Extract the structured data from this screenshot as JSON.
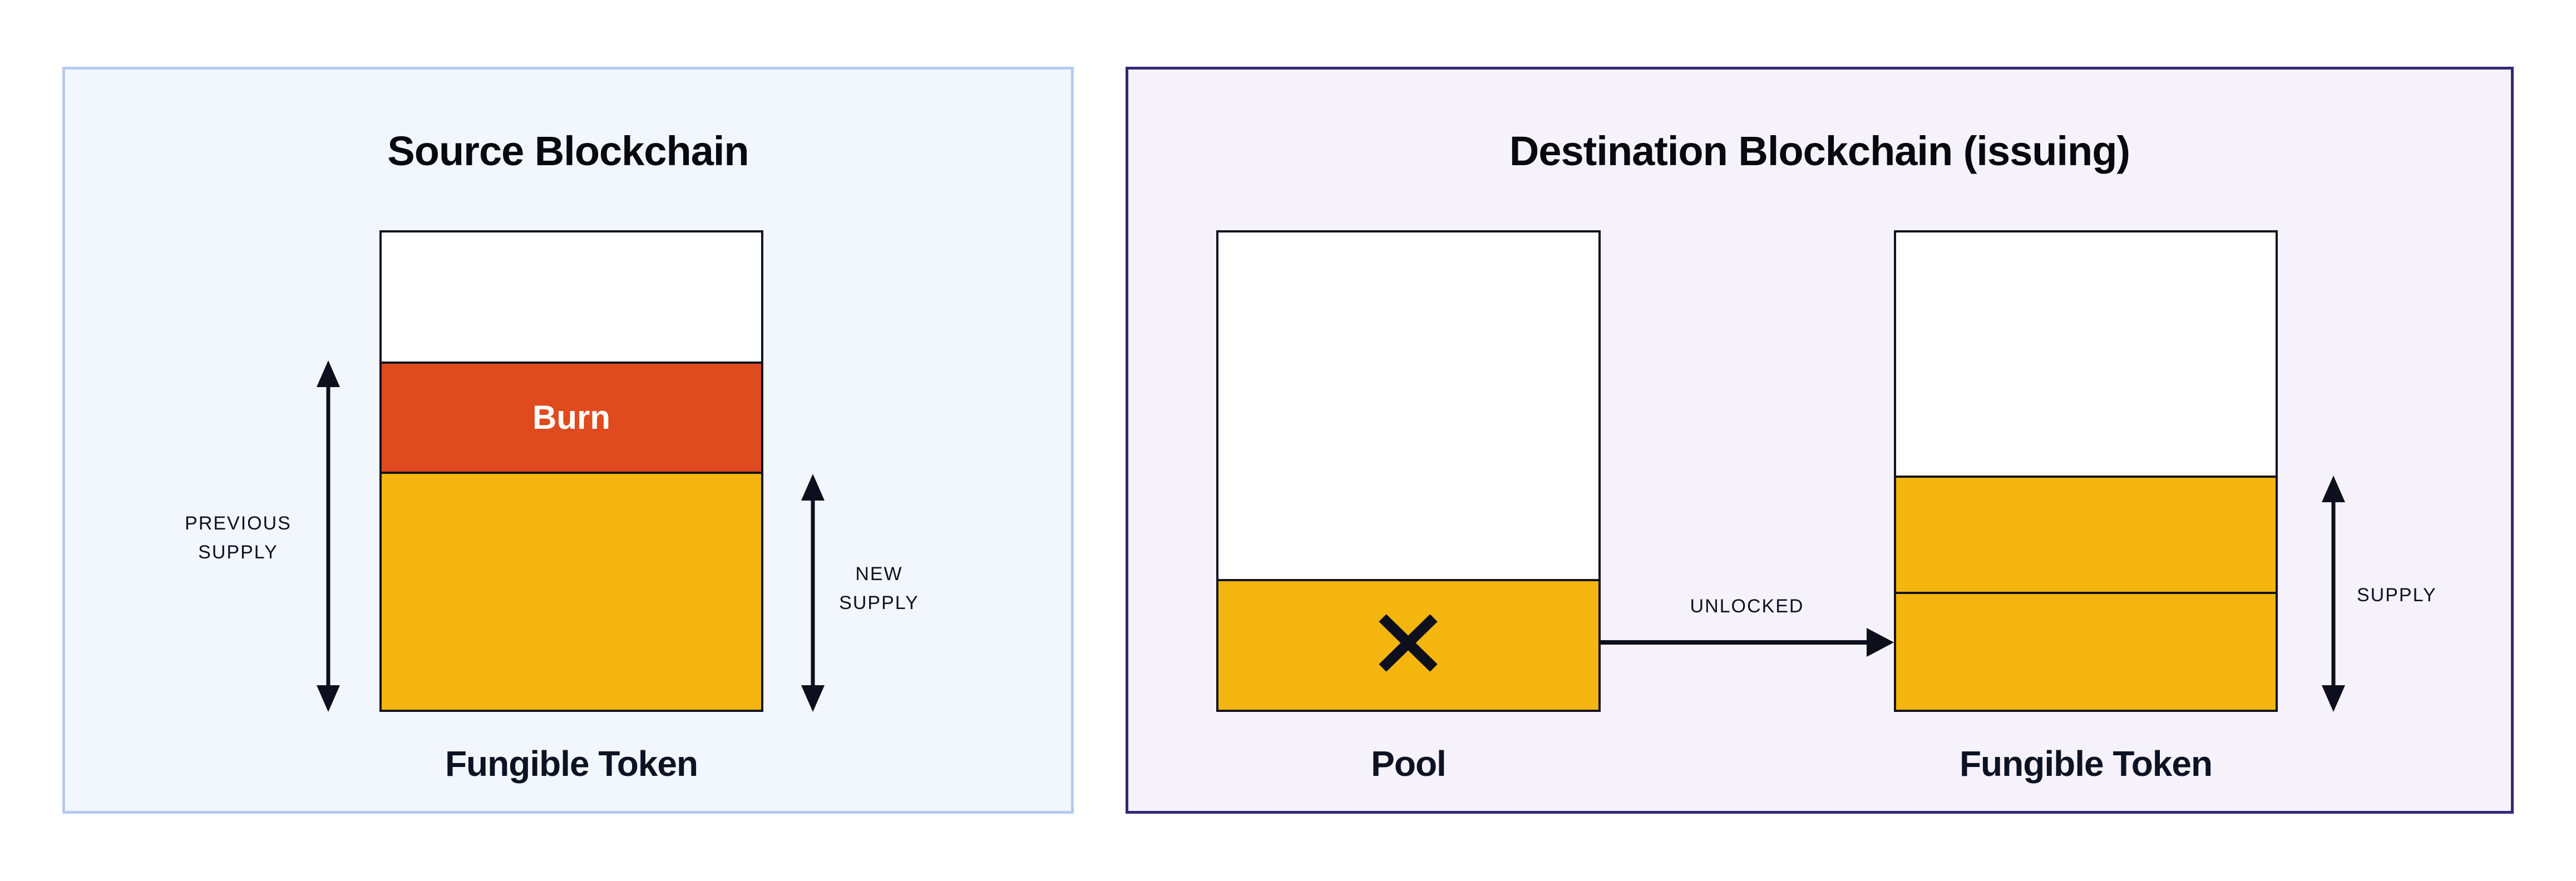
{
  "colors": {
    "page_background": "#FFFFFF",
    "source_panel_background": "#F2F6FD",
    "source_panel_border": "#B5CAF2",
    "destination_panel_background": "#F5F2FB",
    "destination_panel_border": "#372677",
    "bar_outline": "#12141F",
    "burn_orange": "#DF4A1E",
    "supply_yellow": "#F5B50F",
    "ink": "#0D0F1C",
    "burn_text": "#FFFFFF"
  },
  "source": {
    "title": "Source Blockchain",
    "bar": {
      "segments": [
        {
          "name": "unallocated",
          "color": "#FFFFFF",
          "height_pct": 27.0
        },
        {
          "name": "burn",
          "color": "#DF4A1E",
          "height_pct": 23.6,
          "label": "Burn"
        },
        {
          "name": "new-supply",
          "color": "#F5B50F",
          "height_pct": 49.4
        }
      ],
      "caption": "Fungible Token"
    },
    "previous_supply": {
      "line1": "PREVIOUS",
      "line2": "SUPPLY"
    },
    "new_supply": {
      "line1": "NEW",
      "line2": "SUPPLY"
    }
  },
  "destination": {
    "title": "Destination Blockchain (issuing)",
    "pool": {
      "segments": [
        {
          "name": "unallocated",
          "color": "#FFFFFF",
          "height_pct": 72.6
        },
        {
          "name": "locked-removed",
          "color": "#F5B50F",
          "height_pct": 27.4
        }
      ],
      "caption": "Pool",
      "x_mark": "x-cross-icon"
    },
    "token_bar": {
      "segments": [
        {
          "name": "unallocated",
          "color": "#FFFFFF",
          "height_pct": 50.9
        },
        {
          "name": "existing-supply",
          "color": "#F5B50F",
          "height_pct": 24.4
        },
        {
          "name": "unlocked-supply",
          "color": "#F5B50F",
          "height_pct": 24.7
        }
      ],
      "caption": "Fungible Token"
    },
    "unlocked_label": "UNLOCKED",
    "supply_label": "SUPPLY"
  }
}
